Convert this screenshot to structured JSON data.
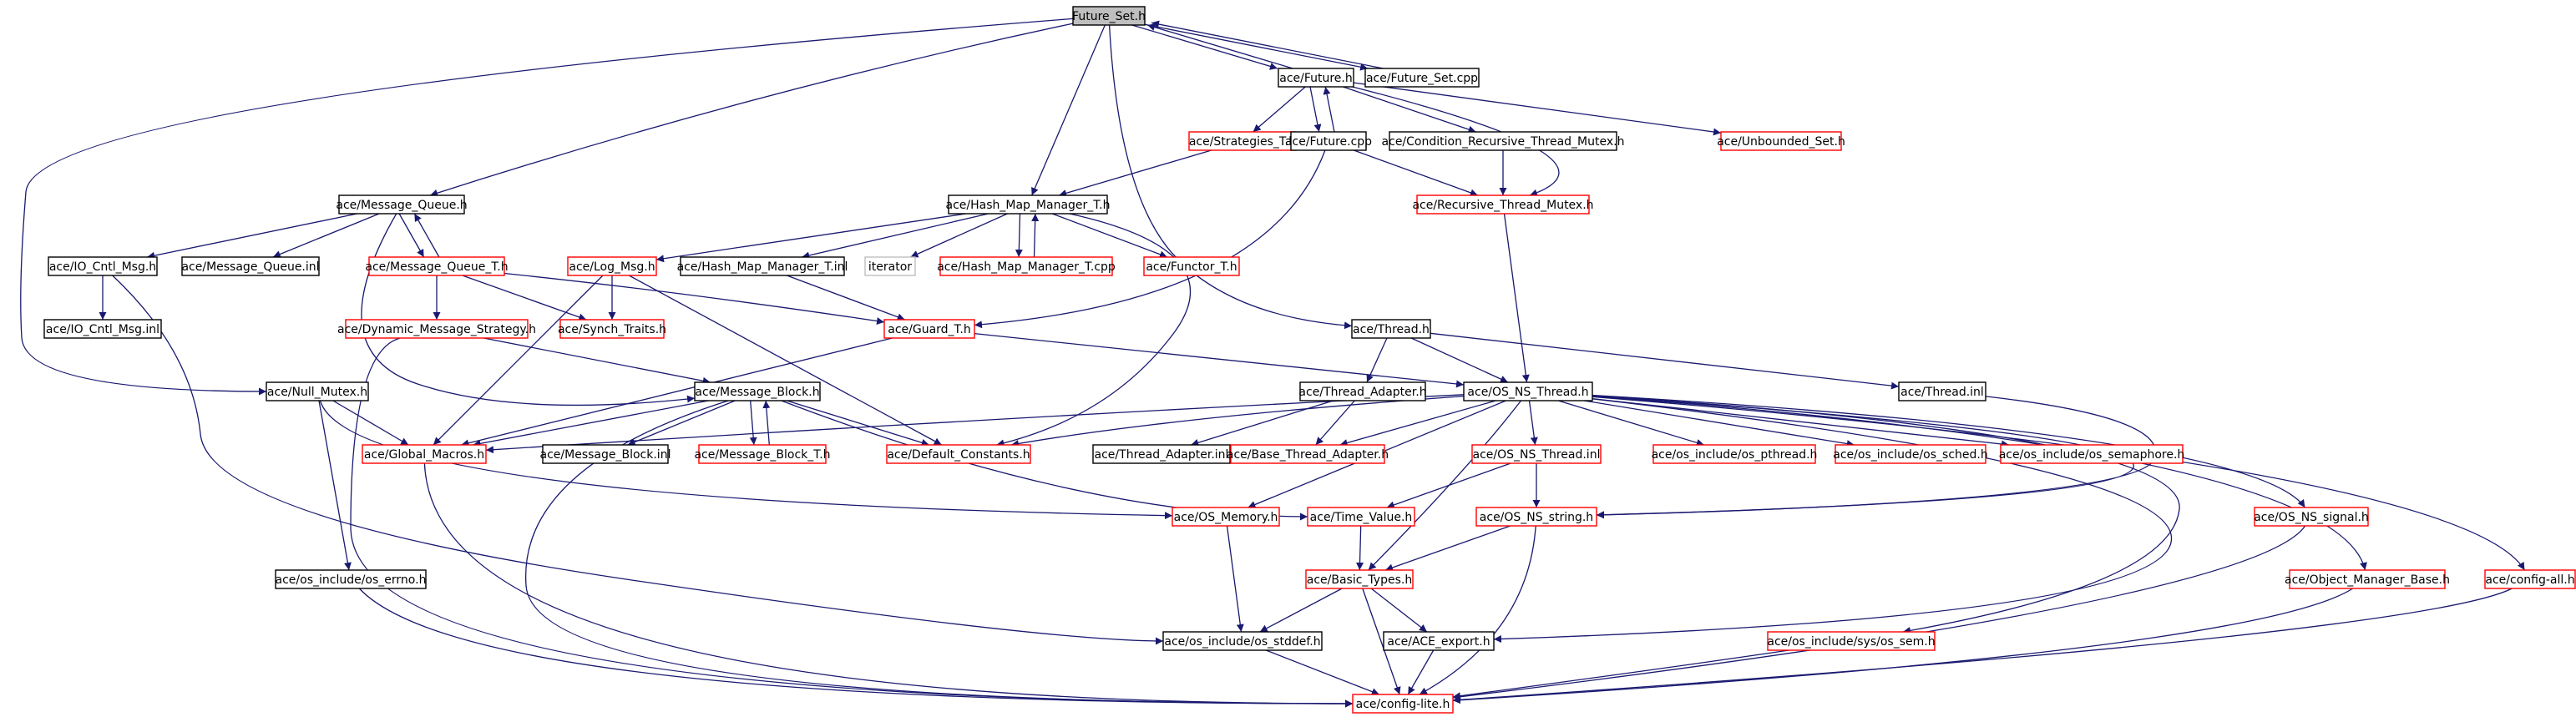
{
  "colors": {
    "edge": "#191970",
    "normal": "#000000",
    "truncated": "#ff0000",
    "unexpanded": "#bfbfbf",
    "root_fill": "#bfbfbf",
    "background": "#ffffff"
  },
  "nodes": [
    {
      "id": "future_set_h",
      "label": "Future_Set.h",
      "kind": "root"
    },
    {
      "id": "future_h",
      "label": "ace/Future.h",
      "kind": "normal"
    },
    {
      "id": "future_set_cpp",
      "label": "ace/Future_Set.cpp",
      "kind": "normal"
    },
    {
      "id": "strategies_t_h",
      "label": "ace/Strategies_T.h",
      "kind": "truncated"
    },
    {
      "id": "future_cpp",
      "label": "ace/Future.cpp",
      "kind": "normal"
    },
    {
      "id": "cond_rec_mutex_h",
      "label": "ace/Condition_Recursive_Thread_Mutex.h",
      "kind": "normal"
    },
    {
      "id": "unbounded_set_h",
      "label": "ace/Unbounded_Set.h",
      "kind": "truncated"
    },
    {
      "id": "message_queue_h",
      "label": "ace/Message_Queue.h",
      "kind": "normal"
    },
    {
      "id": "hash_map_manager_t_h",
      "label": "ace/Hash_Map_Manager_T.h",
      "kind": "normal"
    },
    {
      "id": "recursive_thread_mutex_h",
      "label": "ace/Recursive_Thread_Mutex.h",
      "kind": "truncated"
    },
    {
      "id": "io_cntl_msg_h",
      "label": "ace/IO_Cntl_Msg.h",
      "kind": "normal"
    },
    {
      "id": "message_queue_inl",
      "label": "ace/Message_Queue.inl",
      "kind": "normal"
    },
    {
      "id": "message_queue_t_h",
      "label": "ace/Message_Queue_T.h",
      "kind": "truncated"
    },
    {
      "id": "log_msg_h",
      "label": "ace/Log_Msg.h",
      "kind": "truncated"
    },
    {
      "id": "hash_map_manager_t_inl",
      "label": "ace/Hash_Map_Manager_T.inl",
      "kind": "normal"
    },
    {
      "id": "iterator",
      "label": "iterator",
      "kind": "unexpanded"
    },
    {
      "id": "hash_map_manager_t_cpp",
      "label": "ace/Hash_Map_Manager_T.cpp",
      "kind": "truncated"
    },
    {
      "id": "functor_t_h",
      "label": "ace/Functor_T.h",
      "kind": "truncated"
    },
    {
      "id": "io_cntl_msg_inl",
      "label": "ace/IO_Cntl_Msg.inl",
      "kind": "normal"
    },
    {
      "id": "dynamic_message_strategy_h",
      "label": "ace/Dynamic_Message_Strategy.h",
      "kind": "truncated"
    },
    {
      "id": "synch_traits_h",
      "label": "ace/Synch_Traits.h",
      "kind": "truncated"
    },
    {
      "id": "guard_t_h",
      "label": "ace/Guard_T.h",
      "kind": "truncated"
    },
    {
      "id": "thread_h",
      "label": "ace/Thread.h",
      "kind": "normal"
    },
    {
      "id": "null_mutex_h",
      "label": "ace/Null_Mutex.h",
      "kind": "normal"
    },
    {
      "id": "message_block_h",
      "label": "ace/Message_Block.h",
      "kind": "normal"
    },
    {
      "id": "thread_adapter_h",
      "label": "ace/Thread_Adapter.h",
      "kind": "normal"
    },
    {
      "id": "os_ns_thread_h",
      "label": "ace/OS_NS_Thread.h",
      "kind": "normal"
    },
    {
      "id": "thread_inl",
      "label": "ace/Thread.inl",
      "kind": "normal"
    },
    {
      "id": "global_macros_h",
      "label": "ace/Global_Macros.h",
      "kind": "truncated"
    },
    {
      "id": "message_block_inl",
      "label": "ace/Message_Block.inl",
      "kind": "normal"
    },
    {
      "id": "message_block_t_h",
      "label": "ace/Message_Block_T.h",
      "kind": "truncated"
    },
    {
      "id": "default_constants_h",
      "label": "ace/Default_Constants.h",
      "kind": "truncated"
    },
    {
      "id": "thread_adapter_inl",
      "label": "ace/Thread_Adapter.inl",
      "kind": "normal"
    },
    {
      "id": "base_thread_adapter_h",
      "label": "ace/Base_Thread_Adapter.h",
      "kind": "truncated"
    },
    {
      "id": "os_ns_thread_inl",
      "label": "ace/OS_NS_Thread.inl",
      "kind": "truncated"
    },
    {
      "id": "os_pthread_h",
      "label": "ace/os_include/os_pthread.h",
      "kind": "truncated"
    },
    {
      "id": "os_sched_h",
      "label": "ace/os_include/os_sched.h",
      "kind": "truncated"
    },
    {
      "id": "os_semaphore_h",
      "label": "ace/os_include/os_semaphore.h",
      "kind": "truncated"
    },
    {
      "id": "os_memory_h",
      "label": "ace/OS_Memory.h",
      "kind": "truncated"
    },
    {
      "id": "time_value_h",
      "label": "ace/Time_Value.h",
      "kind": "truncated"
    },
    {
      "id": "os_ns_string_h",
      "label": "ace/OS_NS_string.h",
      "kind": "truncated"
    },
    {
      "id": "os_ns_signal_h",
      "label": "ace/OS_NS_signal.h",
      "kind": "truncated"
    },
    {
      "id": "os_errno_h",
      "label": "ace/os_include/os_errno.h",
      "kind": "normal"
    },
    {
      "id": "basic_types_h",
      "label": "ace/Basic_Types.h",
      "kind": "truncated"
    },
    {
      "id": "object_manager_base_h",
      "label": "ace/Object_Manager_Base.h",
      "kind": "truncated"
    },
    {
      "id": "config_all_h",
      "label": "ace/config-all.h",
      "kind": "truncated"
    },
    {
      "id": "os_stddef_h",
      "label": "ace/os_include/os_stddef.h",
      "kind": "normal"
    },
    {
      "id": "ace_export_h",
      "label": "ace/ACE_export.h",
      "kind": "normal"
    },
    {
      "id": "os_sem_h",
      "label": "ace/os_include/sys/os_sem.h",
      "kind": "truncated"
    },
    {
      "id": "config_lite_h",
      "label": "ace/config-lite.h",
      "kind": "truncated"
    }
  ],
  "edges": [
    [
      "future_set_h",
      "future_h"
    ],
    [
      "future_set_h",
      "future_set_cpp"
    ],
    [
      "future_set_cpp",
      "future_set_h"
    ],
    [
      "future_set_h",
      "message_queue_h"
    ],
    [
      "future_set_h",
      "hash_map_manager_t_h"
    ],
    [
      "future_set_h",
      "thread_h"
    ],
    [
      "future_set_h",
      "null_mutex_h"
    ],
    [
      "future_h",
      "future_set_h"
    ],
    [
      "future_h",
      "strategies_t_h"
    ],
    [
      "future_h",
      "future_cpp"
    ],
    [
      "future_cpp",
      "future_h"
    ],
    [
      "future_h",
      "cond_rec_mutex_h"
    ],
    [
      "future_h",
      "unbounded_set_h"
    ],
    [
      "future_h",
      "recursive_thread_mutex_h"
    ],
    [
      "future_cpp",
      "recursive_thread_mutex_h"
    ],
    [
      "future_cpp",
      "guard_t_h"
    ],
    [
      "cond_rec_mutex_h",
      "recursive_thread_mutex_h"
    ],
    [
      "recursive_thread_mutex_h",
      "os_ns_thread_h"
    ],
    [
      "strategies_t_h",
      "hash_map_manager_t_h"
    ],
    [
      "hash_map_manager_t_h",
      "log_msg_h"
    ],
    [
      "hash_map_manager_t_h",
      "hash_map_manager_t_inl"
    ],
    [
      "hash_map_manager_t_h",
      "iterator"
    ],
    [
      "hash_map_manager_t_h",
      "hash_map_manager_t_cpp"
    ],
    [
      "hash_map_manager_t_cpp",
      "hash_map_manager_t_h"
    ],
    [
      "hash_map_manager_t_h",
      "functor_t_h"
    ],
    [
      "hash_map_manager_t_h",
      "default_constants_h"
    ],
    [
      "hash_map_manager_t_inl",
      "guard_t_h"
    ],
    [
      "log_msg_h",
      "synch_traits_h"
    ],
    [
      "log_msg_h",
      "default_constants_h"
    ],
    [
      "log_msg_h",
      "global_macros_h"
    ],
    [
      "message_queue_h",
      "io_cntl_msg_h"
    ],
    [
      "message_queue_h",
      "message_queue_inl"
    ],
    [
      "message_queue_h",
      "message_queue_t_h"
    ],
    [
      "message_queue_t_h",
      "message_queue_h"
    ],
    [
      "message_queue_h",
      "message_block_h"
    ],
    [
      "message_queue_t_h",
      "dynamic_message_strategy_h"
    ],
    [
      "message_queue_t_h",
      "synch_traits_h"
    ],
    [
      "message_queue_t_h",
      "guard_t_h"
    ],
    [
      "io_cntl_msg_h",
      "io_cntl_msg_inl"
    ],
    [
      "io_cntl_msg_h",
      "os_stddef_h"
    ],
    [
      "dynamic_message_strategy_h",
      "message_block_h"
    ],
    [
      "dynamic_message_strategy_h",
      "config_lite_h"
    ],
    [
      "guard_t_h",
      "global_macros_h"
    ],
    [
      "guard_t_h",
      "os_ns_thread_h"
    ],
    [
      "thread_h",
      "thread_adapter_h"
    ],
    [
      "thread_h",
      "os_ns_thread_h"
    ],
    [
      "thread_h",
      "thread_inl"
    ],
    [
      "null_mutex_h",
      "global_macros_h"
    ],
    [
      "null_mutex_h",
      "os_memory_h"
    ],
    [
      "null_mutex_h",
      "os_errno_h"
    ],
    [
      "message_block_h",
      "global_macros_h"
    ],
    [
      "message_block_h",
      "message_block_inl"
    ],
    [
      "message_block_h",
      "message_block_t_h"
    ],
    [
      "message_block_t_h",
      "message_block_h"
    ],
    [
      "message_block_h",
      "default_constants_h"
    ],
    [
      "message_block_h",
      "time_value_h"
    ],
    [
      "message_block_h",
      "config_lite_h"
    ],
    [
      "thread_adapter_h",
      "thread_adapter_inl"
    ],
    [
      "thread_adapter_h",
      "base_thread_adapter_h"
    ],
    [
      "os_ns_thread_h",
      "global_macros_h"
    ],
    [
      "os_ns_thread_h",
      "default_constants_h"
    ],
    [
      "os_ns_thread_h",
      "base_thread_adapter_h"
    ],
    [
      "os_ns_thread_h",
      "os_memory_h"
    ],
    [
      "os_ns_thread_h",
      "os_ns_thread_inl"
    ],
    [
      "os_ns_thread_h",
      "os_pthread_h"
    ],
    [
      "os_ns_thread_h",
      "os_sched_h"
    ],
    [
      "os_ns_thread_h",
      "os_semaphore_h"
    ],
    [
      "os_ns_thread_h",
      "os_ns_string_h"
    ],
    [
      "os_ns_thread_h",
      "os_ns_signal_h"
    ],
    [
      "os_ns_thread_h",
      "basic_types_h"
    ],
    [
      "os_ns_thread_h",
      "object_manager_base_h"
    ],
    [
      "os_ns_thread_h",
      "config_all_h"
    ],
    [
      "os_ns_thread_h",
      "ace_export_h"
    ],
    [
      "os_ns_thread_h",
      "os_sem_h"
    ],
    [
      "thread_inl",
      "os_ns_string_h"
    ],
    [
      "os_ns_thread_inl",
      "time_value_h"
    ],
    [
      "os_ns_thread_inl",
      "os_ns_string_h"
    ],
    [
      "os_memory_h",
      "os_stddef_h"
    ],
    [
      "time_value_h",
      "basic_types_h"
    ],
    [
      "os_ns_string_h",
      "basic_types_h"
    ],
    [
      "os_ns_string_h",
      "config_lite_h"
    ],
    [
      "basic_types_h",
      "os_stddef_h"
    ],
    [
      "basic_types_h",
      "ace_export_h"
    ],
    [
      "basic_types_h",
      "config_lite_h"
    ],
    [
      "os_stddef_h",
      "config_lite_h"
    ],
    [
      "ace_export_h",
      "config_lite_h"
    ],
    [
      "os_errno_h",
      "config_lite_h"
    ],
    [
      "global_macros_h",
      "config_lite_h"
    ],
    [
      "os_ns_signal_h",
      "config_lite_h"
    ],
    [
      "object_manager_base_h",
      "config_lite_h"
    ],
    [
      "config_all_h",
      "config_lite_h"
    ],
    [
      "os_sem_h",
      "config_lite_h"
    ]
  ]
}
